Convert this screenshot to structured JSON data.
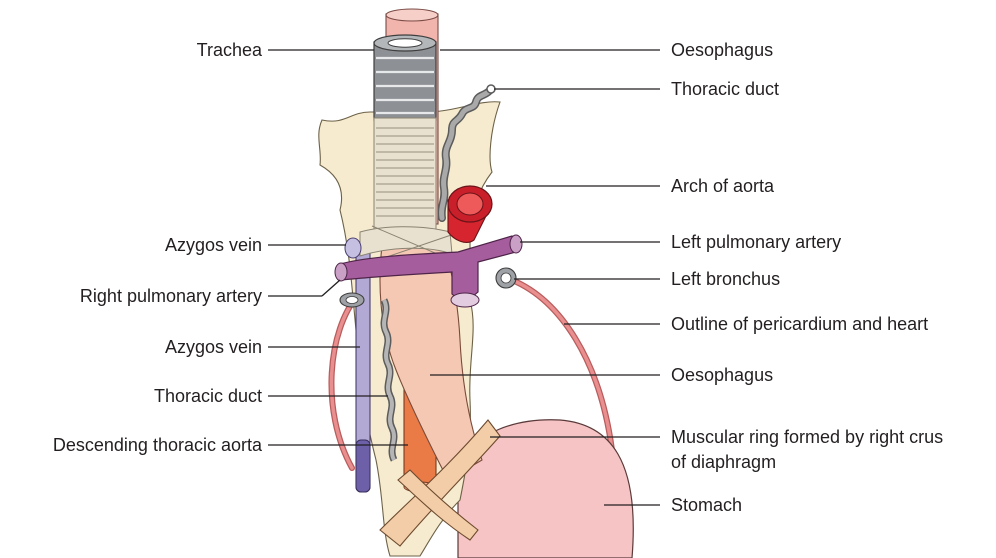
{
  "diagram": {
    "labels_left": {
      "trachea": "Trachea",
      "azygos_vein_upper": "Azygos vein",
      "right_pulmonary_artery": "Right pulmonary artery",
      "azygos_vein_lower": "Azygos vein",
      "thoracic_duct_lower": "Thoracic duct",
      "descending_thoracic_aorta": "Descending thoracic aorta"
    },
    "labels_right": {
      "oesophagus_upper": "Oesophagus",
      "thoracic_duct_upper": "Thoracic duct",
      "arch_of_aorta": "Arch of aorta",
      "left_pulmonary_artery": "Left pulmonary artery",
      "left_bronchus": "Left bronchus",
      "pericardium_outline": "Outline of pericardium and heart",
      "oesophagus_lower": "Oesophagus",
      "muscular_ring_line1": "Muscular ring formed by right crus",
      "muscular_ring_line2": "of diaphragm",
      "stomach": "Stomach"
    },
    "colors": {
      "trachea": "#a8abae",
      "oesophagus": "#f3c4b0",
      "aorta": "#e65a2e",
      "aortic_arch": "#d22630",
      "pulmonary_artery": "#8e4b8a",
      "azygos_vein": "#a8a0cc",
      "thoracic_duct": "#9a9a9a",
      "pleura": "#f6ebcf",
      "stomach": "#f6c4c4",
      "pericardium": "#e98f8f"
    }
  }
}
